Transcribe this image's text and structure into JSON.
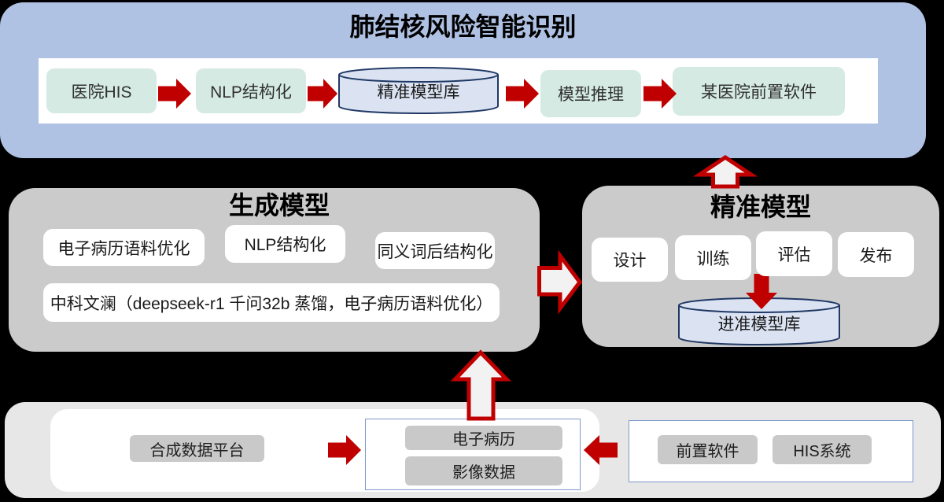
{
  "top_banner": {
    "title": "肺结核风险智能识别",
    "nodes": [
      {
        "label": "医院HIS",
        "type": "box"
      },
      {
        "label": "NLP结构化",
        "type": "box"
      },
      {
        "label": "精准模型库",
        "type": "cylinder"
      },
      {
        "label": "模型推理",
        "type": "box"
      },
      {
        "label": "某医院前置软件",
        "type": "box"
      }
    ]
  },
  "generation_model": {
    "title": "生成模型",
    "items": [
      "电子病历语料优化",
      "NLP结构化",
      "同义词后结构化",
      "中科文澜（deepseek-r1 千问32b 蒸馏，电子病历语料优化）"
    ]
  },
  "precision_model": {
    "title": "精准模型",
    "steps": [
      "设计",
      "训练",
      "评估",
      "发布"
    ],
    "db": "进准模型库"
  },
  "data_layer": {
    "source": "合成数据平台",
    "center_items": [
      "电子病历",
      "影像数据"
    ],
    "right_items": [
      "前置软件",
      "HIS系统"
    ]
  },
  "colors": {
    "banner": "#b0c2e4",
    "teal_node": "#d5eae3",
    "gray_section": "#cbcbcb",
    "bottom_section": "#e7e7e7",
    "chip_gray": "#c9c9c9",
    "arrow_red": "#c00000",
    "arrow_fill": "#f2f2f2",
    "cylinder_fill": "#dbe3f3",
    "cylinder_border": "#1f3864",
    "blue_border": "#7e99cb"
  }
}
